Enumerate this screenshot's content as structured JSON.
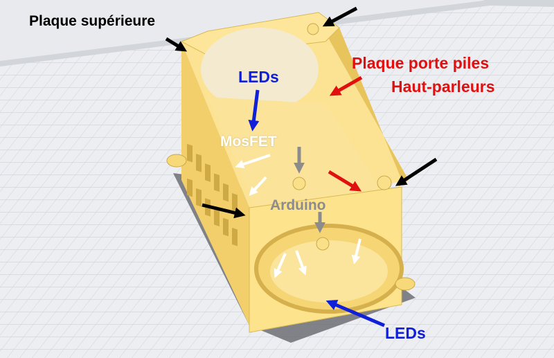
{
  "labels": {
    "top_plate": "Plaque supérieure",
    "leds_top": "LEDs",
    "battery_plate": "Plaque porte piles",
    "speakers": "Haut-parleurs",
    "mosfet": "MosFET",
    "arduino": "Arduino",
    "leds_bottom": "LEDs"
  },
  "colors": {
    "background": "#e8eaee",
    "grid": "#c9ccd2",
    "model": "#fbe08a",
    "model_shade": "#e7c660",
    "black_arrow": "#000000",
    "blue_arrow": "#1020d8",
    "red_arrow": "#e01010",
    "white_arrow": "#ffffff",
    "grey_arrow": "#8c8c8c"
  }
}
